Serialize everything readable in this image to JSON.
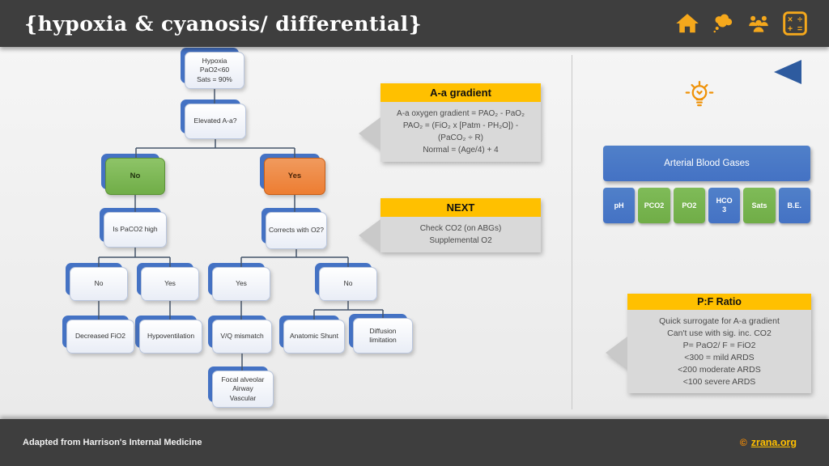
{
  "colors": {
    "accent_yellow": "#FFC000",
    "icon_orange": "#F5A81C",
    "blue": "#4472C4",
    "green": "#70AD47",
    "orange": "#ED7D31",
    "panel_gray": "#D9D9D9",
    "bar_dark": "#3E3E3E"
  },
  "header": {
    "title": "{hypoxia & cyanosis/ differential}",
    "icons": [
      "home",
      "thought-cloud",
      "audience",
      "math-calc"
    ]
  },
  "flowchart": {
    "root": "Hypoxia\nPaO2<60\nSats = 90%",
    "elevated_aa": "Elevated A-a?",
    "branch_no": "No",
    "branch_yes": "Yes",
    "is_paco2_high": "Is PaCO2 high",
    "corrects_with_o2": "Corrects with O2?",
    "paco2_no": "No",
    "paco2_yes": "Yes",
    "o2_yes": "Yes",
    "o2_no": "No",
    "decreased_fio2": "Decreased FiO2",
    "hypoventilation": "Hypoventilation",
    "vq_mismatch": "V/Q mismatch",
    "anatomic_shunt": "Anatomic Shunt",
    "diffusion_limitation": "Diffusion\nlimitation",
    "focal": "Focal alveolar\nAirway\nVascular"
  },
  "callouts": {
    "aa_gradient": {
      "title": "A-a gradient",
      "body": "A-a oxygen gradient = PAO₂ - PaO₂\nPAO₂ = (FiO₂ x [Patm - PH₂O]) -\n(PaCO₂ ÷ R)\nNormal = (Age/4) + 4"
    },
    "next": {
      "title": "NEXT",
      "body": "Check CO2 (on ABGs)\nSupplemental O2"
    },
    "pf_ratio": {
      "title": "P:F Ratio",
      "body": "Quick surrogate for A-a gradient\nCan't use with sig. inc. CO2\nP= PaO2/ F = FiO2\n<300 = mild ARDS\n<200 moderate ARDS\n<100 severe ARDS"
    }
  },
  "abg": {
    "title": "Arterial Blood Gases",
    "items": [
      {
        "label": "pH",
        "color": "blue"
      },
      {
        "label": "PCO2",
        "color": "green"
      },
      {
        "label": "PO2",
        "color": "green"
      },
      {
        "label": "HCO\n3",
        "color": "blue"
      },
      {
        "label": "Sats",
        "color": "green"
      },
      {
        "label": "B.E.",
        "color": "blue"
      }
    ]
  },
  "footer": {
    "credit": "Adapted from Harrison's Internal Medicine",
    "copyright": "©",
    "site": "zrana.org"
  }
}
